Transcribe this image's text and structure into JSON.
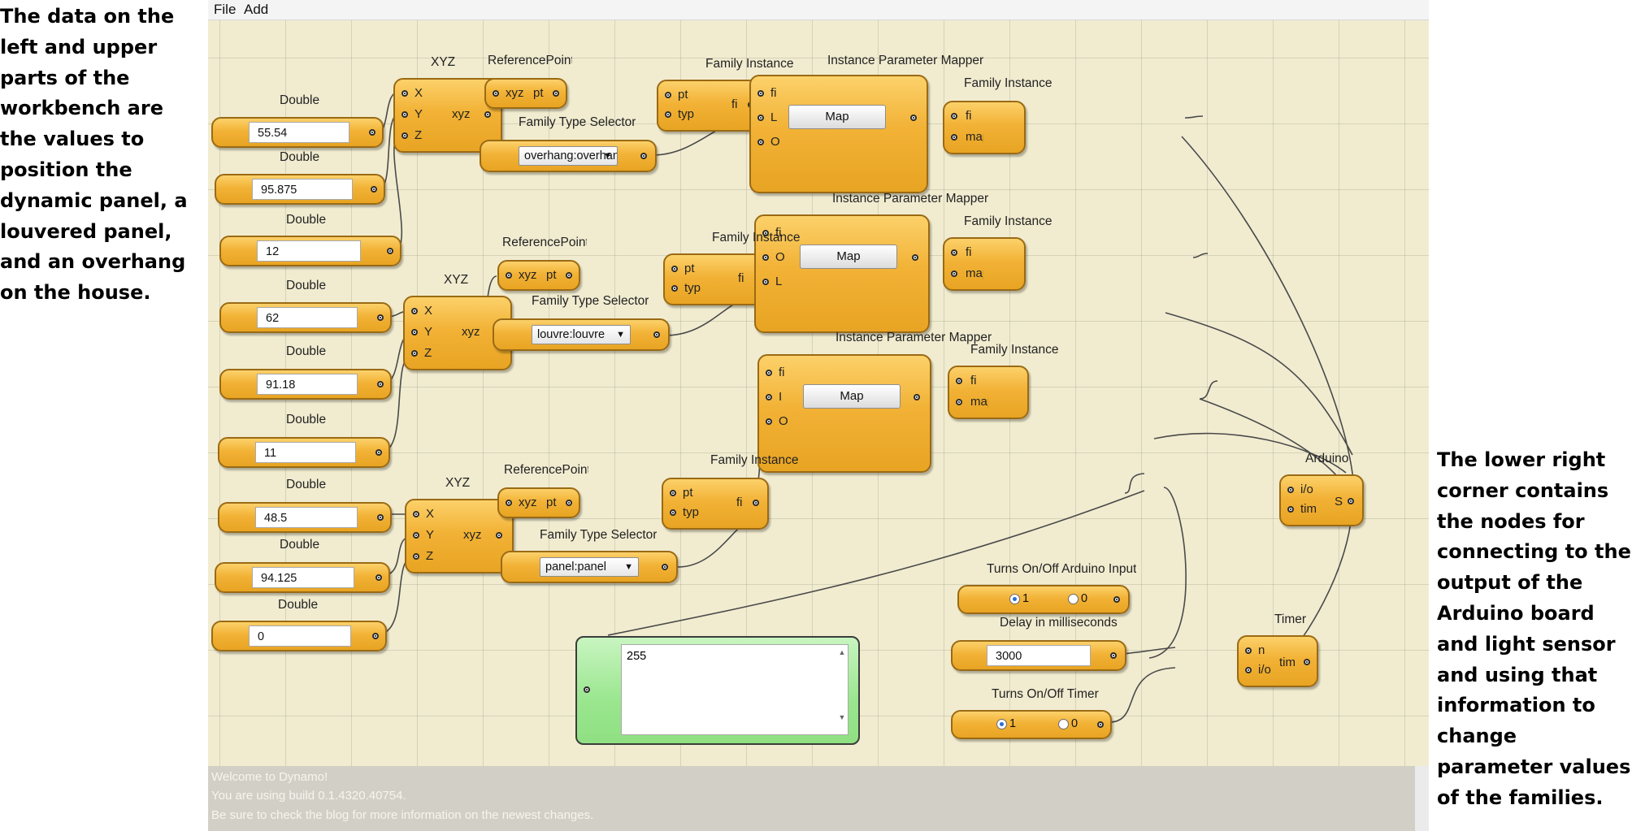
{
  "caption_left": "The data on the left and upper parts of the workbench are the values to position the dynamic panel, a louvered panel, and an overhang on the house.",
  "caption_right": "The lower right corner contains the nodes for connecting to the output of the Arduino board and light sensor and using that information to change parameter values of the families.",
  "menu": [
    "File",
    "Add"
  ],
  "doubles": [
    {
      "title": "Double",
      "value": "55.54"
    },
    {
      "title": "Double",
      "value": "95.875"
    },
    {
      "title": "Double",
      "value": "12"
    },
    {
      "title": "Double",
      "value": "62"
    },
    {
      "title": "Double",
      "value": "91.18"
    },
    {
      "title": "Double",
      "value": "11"
    },
    {
      "title": "Double",
      "value": "48.5"
    },
    {
      "title": "Double",
      "value": "94.125"
    },
    {
      "title": "Double",
      "value": "0"
    }
  ],
  "xyz": {
    "title": "XYZ",
    "inputs": [
      "X",
      "Y",
      "Z"
    ],
    "output": "xyz"
  },
  "refpoint": {
    "title": "ReferencePointBy",
    "input": "xyz",
    "output": "pt"
  },
  "family_type_selector": {
    "title": "Family Type Selector",
    "values": [
      "overhang:overhan",
      "louvre:louvre",
      "panel:panel"
    ]
  },
  "family_instance": {
    "title": "Family Instance C",
    "inputs": [
      "pt",
      "typ"
    ],
    "output": "fi"
  },
  "param_mapper": {
    "title": "Instance Parameter Mapper",
    "button": "Map",
    "inputs": [
      [
        "fi",
        "L",
        "O"
      ],
      [
        "fi",
        "O",
        "L"
      ],
      [
        "fi",
        "I",
        "O"
      ]
    ]
  },
  "family_instance_p": {
    "title": "Family Instance P",
    "inputs": [
      "fi",
      "map"
    ]
  },
  "arduino": {
    "title": "Arduino",
    "inputs": [
      "i/o",
      "tim"
    ],
    "output": "S"
  },
  "arduino_toggle": {
    "title": "Turns On/Off Arduino Input",
    "options": [
      "1",
      "0"
    ],
    "selected": "1"
  },
  "delay": {
    "title": "Delay in milliseconds",
    "value": "3000"
  },
  "timer_toggle": {
    "title": "Turns On/Off Timer",
    "options": [
      "1",
      "0"
    ],
    "selected": "1"
  },
  "timer": {
    "title": "Timer",
    "inputs": [
      "n",
      "i/o"
    ],
    "output": "tim"
  },
  "watch": {
    "value": "255"
  },
  "console": [
    "Welcome to Dynamo!",
    "You are using build 0.1.4320.40754.",
    "Be sure to check the blog for more information on the newest changes."
  ]
}
